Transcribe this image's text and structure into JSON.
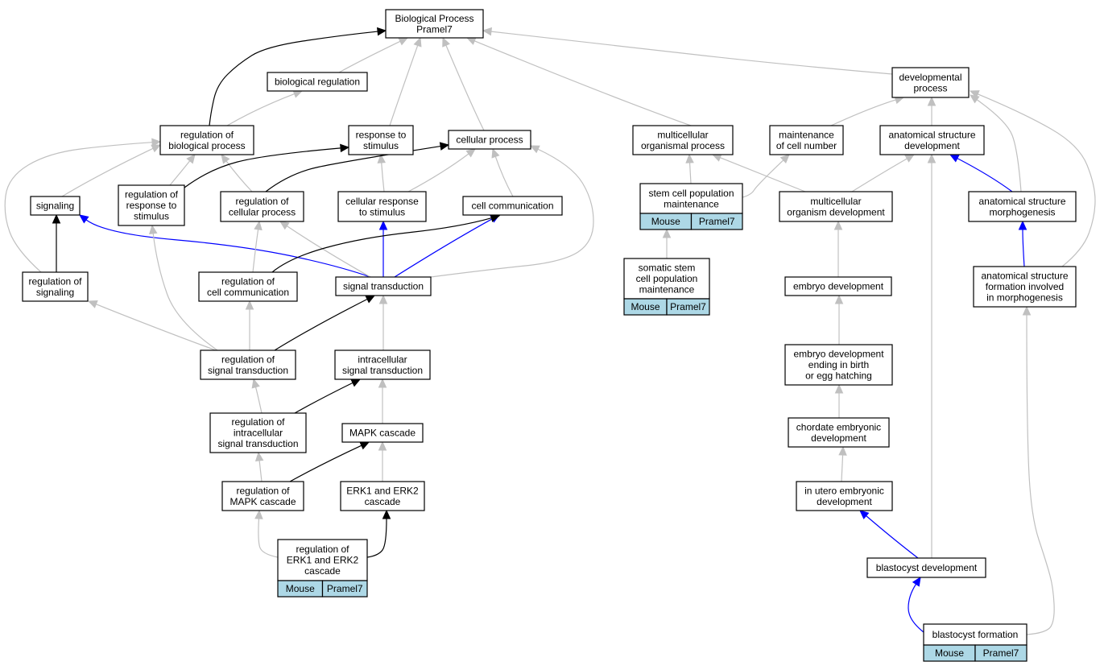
{
  "nodes": [
    {
      "id": "bp",
      "lines": [
        "Biological Process",
        "Pramel7"
      ]
    },
    {
      "id": "breg",
      "lines": [
        "biological regulation"
      ]
    },
    {
      "id": "devproc",
      "lines": [
        "developmental",
        "process"
      ]
    },
    {
      "id": "regbp",
      "lines": [
        "regulation of",
        "biological process"
      ]
    },
    {
      "id": "resp",
      "lines": [
        "response to",
        "stimulus"
      ]
    },
    {
      "id": "cellproc",
      "lines": [
        "cellular process"
      ]
    },
    {
      "id": "multiproc",
      "lines": [
        "multicellular",
        "organismal process"
      ]
    },
    {
      "id": "maint",
      "lines": [
        "maintenance",
        "of cell number"
      ]
    },
    {
      "id": "asd",
      "lines": [
        "anatomical structure",
        "development"
      ]
    },
    {
      "id": "signaling",
      "lines": [
        "signaling"
      ]
    },
    {
      "id": "regresp",
      "lines": [
        "regulation of",
        "response to",
        "stimulus"
      ]
    },
    {
      "id": "regcp",
      "lines": [
        "regulation of",
        "cellular process"
      ]
    },
    {
      "id": "cellresp",
      "lines": [
        "cellular response",
        "to stimulus"
      ]
    },
    {
      "id": "cellcomm",
      "lines": [
        "cell communication"
      ]
    },
    {
      "id": "stemcell",
      "lines": [
        "stem cell population",
        "maintenance"
      ],
      "tags": [
        "Mouse",
        "Pramel7"
      ]
    },
    {
      "id": "multidev",
      "lines": [
        "multicellular",
        "organism development"
      ]
    },
    {
      "id": "asm",
      "lines": [
        "anatomical structure",
        "morphogenesis"
      ]
    },
    {
      "id": "regsig",
      "lines": [
        "regulation of",
        "signaling"
      ]
    },
    {
      "id": "regcc",
      "lines": [
        "regulation of",
        "cell communication"
      ]
    },
    {
      "id": "sigtrans",
      "lines": [
        "signal transduction"
      ]
    },
    {
      "id": "somatic",
      "lines": [
        "somatic stem",
        "cell population",
        "maintenance"
      ],
      "tags": [
        "Mouse",
        "Pramel7"
      ]
    },
    {
      "id": "embryodev",
      "lines": [
        "embryo development"
      ]
    },
    {
      "id": "asf",
      "lines": [
        "anatomical structure",
        "formation involved",
        "in morphogenesis"
      ]
    },
    {
      "id": "regst",
      "lines": [
        "regulation of",
        "signal transduction"
      ]
    },
    {
      "id": "intra",
      "lines": [
        "intracellular",
        "signal transduction"
      ]
    },
    {
      "id": "embryobirth",
      "lines": [
        "embryo development",
        "ending in birth",
        "or egg hatching"
      ]
    },
    {
      "id": "regintra",
      "lines": [
        "regulation of",
        "intracellular",
        "signal transduction"
      ]
    },
    {
      "id": "mapk",
      "lines": [
        "MAPK cascade"
      ]
    },
    {
      "id": "chordate",
      "lines": [
        "chordate embryonic",
        "development"
      ]
    },
    {
      "id": "regmapk",
      "lines": [
        "regulation of",
        "MAPK cascade"
      ]
    },
    {
      "id": "erk",
      "lines": [
        "ERK1 and ERK2",
        "cascade"
      ]
    },
    {
      "id": "inutero",
      "lines": [
        "in utero embryonic",
        "development"
      ]
    },
    {
      "id": "regerk",
      "lines": [
        "regulation of",
        "ERK1 and ERK2",
        "cascade"
      ],
      "tags": [
        "Mouse",
        "Pramel7"
      ]
    },
    {
      "id": "blastodev",
      "lines": [
        "blastocyst development"
      ]
    },
    {
      "id": "blastoform",
      "lines": [
        "blastocyst formation"
      ],
      "tags": [
        "Mouse",
        "Pramel7"
      ]
    }
  ],
  "edges": [
    {
      "from": "breg",
      "to": "bp",
      "color": "gray"
    },
    {
      "from": "regbp",
      "to": "bp",
      "color": "black"
    },
    {
      "from": "resp",
      "to": "bp",
      "color": "gray"
    },
    {
      "from": "cellproc",
      "to": "bp",
      "color": "gray"
    },
    {
      "from": "multiproc",
      "to": "bp",
      "color": "gray"
    },
    {
      "from": "devproc",
      "to": "bp",
      "color": "gray"
    },
    {
      "from": "regbp",
      "to": "breg",
      "color": "gray"
    },
    {
      "from": "maint",
      "to": "devproc",
      "color": "gray"
    },
    {
      "from": "asd",
      "to": "devproc",
      "color": "gray"
    },
    {
      "from": "asm",
      "to": "devproc",
      "color": "gray"
    },
    {
      "from": "asf",
      "to": "devproc",
      "color": "gray"
    },
    {
      "from": "signaling",
      "to": "regbp",
      "color": "gray"
    },
    {
      "from": "regresp",
      "to": "regbp",
      "color": "gray"
    },
    {
      "from": "regcp",
      "to": "regbp",
      "color": "gray"
    },
    {
      "from": "regsig",
      "to": "regbp",
      "color": "gray"
    },
    {
      "from": "regresp",
      "to": "resp",
      "color": "black"
    },
    {
      "from": "cellresp",
      "to": "resp",
      "color": "gray"
    },
    {
      "from": "regcp",
      "to": "cellproc",
      "color": "black"
    },
    {
      "from": "cellresp",
      "to": "cellproc",
      "color": "gray"
    },
    {
      "from": "cellcomm",
      "to": "cellproc",
      "color": "gray"
    },
    {
      "from": "sigtrans",
      "to": "cellproc",
      "color": "gray"
    },
    {
      "from": "stemcell",
      "to": "multiproc",
      "color": "gray"
    },
    {
      "from": "multidev",
      "to": "multiproc",
      "color": "gray"
    },
    {
      "from": "stemcell",
      "to": "maint",
      "color": "gray"
    },
    {
      "from": "multidev",
      "to": "asd",
      "color": "gray"
    },
    {
      "from": "asm",
      "to": "asd",
      "color": "blue"
    },
    {
      "from": "blastodev",
      "to": "asd",
      "color": "gray"
    },
    {
      "from": "sigtrans",
      "to": "signaling",
      "color": "blue"
    },
    {
      "from": "regsig",
      "to": "signaling",
      "color": "black"
    },
    {
      "from": "regst",
      "to": "regresp",
      "color": "gray"
    },
    {
      "from": "regcc",
      "to": "regcp",
      "color": "gray"
    },
    {
      "from": "sigtrans",
      "to": "regcp",
      "color": "gray"
    },
    {
      "from": "sigtrans",
      "to": "cellresp",
      "color": "blue"
    },
    {
      "from": "sigtrans",
      "to": "cellcomm",
      "color": "blue"
    },
    {
      "from": "regcc",
      "to": "cellcomm",
      "color": "black"
    },
    {
      "from": "somatic",
      "to": "stemcell",
      "color": "gray"
    },
    {
      "from": "embryodev",
      "to": "multidev",
      "color": "gray"
    },
    {
      "from": "asf",
      "to": "asm",
      "color": "blue"
    },
    {
      "from": "regst",
      "to": "regsig",
      "color": "gray"
    },
    {
      "from": "regst",
      "to": "regcc",
      "color": "gray"
    },
    {
      "from": "regst",
      "to": "sigtrans",
      "color": "black"
    },
    {
      "from": "intra",
      "to": "sigtrans",
      "color": "gray"
    },
    {
      "from": "embryobirth",
      "to": "embryodev",
      "color": "gray"
    },
    {
      "from": "blastoform",
      "to": "asf",
      "color": "gray"
    },
    {
      "from": "regintra",
      "to": "regst",
      "color": "gray"
    },
    {
      "from": "regintra",
      "to": "intra",
      "color": "black"
    },
    {
      "from": "mapk",
      "to": "intra",
      "color": "gray"
    },
    {
      "from": "chordate",
      "to": "embryobirth",
      "color": "gray"
    },
    {
      "from": "regmapk",
      "to": "regintra",
      "color": "gray"
    },
    {
      "from": "regmapk",
      "to": "mapk",
      "color": "black"
    },
    {
      "from": "erk",
      "to": "mapk",
      "color": "gray"
    },
    {
      "from": "inutero",
      "to": "chordate",
      "color": "gray"
    },
    {
      "from": "regerk",
      "to": "regmapk",
      "color": "gray"
    },
    {
      "from": "regerk",
      "to": "erk",
      "color": "black"
    },
    {
      "from": "blastodev",
      "to": "inutero",
      "color": "blue"
    },
    {
      "from": "blastoform",
      "to": "blastodev",
      "color": "blue"
    }
  ]
}
